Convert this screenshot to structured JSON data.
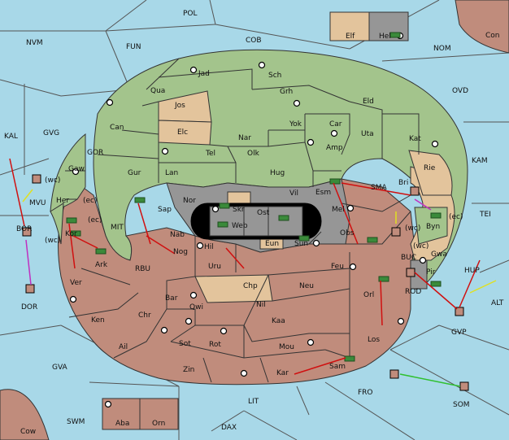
{
  "colors": {
    "sea": "#a8d8e8",
    "green": "#a3c48c",
    "brown": "#c08c7c",
    "tan": "#e3c49c",
    "grey": "#969696",
    "black": "#000000",
    "order_move": "#d01010",
    "order_support": "#e0e020",
    "order_convoy": "#c030c0",
    "order_hold": "#30c030"
  },
  "sea_regions": {
    "POL": "POL",
    "NVM": "NVM",
    "FUN": "FUN",
    "COB": "COB",
    "NOM": "NOM",
    "OVD": "OVD",
    "KAL": "KAL",
    "GVG": "GVG",
    "KAM": "KAM",
    "TEI": "TEI",
    "MVU": "MVU",
    "BOR": "BOR",
    "DOR": "DOR",
    "ALT": "ALT",
    "GVP": "GVP",
    "GVA": "GVA",
    "FRO": "FRO",
    "SOM": "SOM",
    "LIT": "LIT",
    "DAX": "DAX",
    "SWM": "SWM",
    "GOR": "GOR",
    "MIT": "MIT",
    "RBU": "RBU",
    "SMA": "SMA",
    "BUC": "BUC",
    "ROD": "ROD",
    "HUP": "HUP"
  },
  "land_regions": {
    "Con": "Con",
    "Elf": "Elf",
    "Hel": "Hel",
    "Jad": "Jad",
    "Sch": "Sch",
    "Qua": "Qua",
    "Jos": "Jos",
    "Grh": "Grh",
    "Eld": "Eld",
    "Can": "Can",
    "Elc": "Elc",
    "Nar": "Nar",
    "Yok": "Yok",
    "Car": "Car",
    "Uta": "Uta",
    "Kat": "Kat",
    "Tel": "Tel",
    "Olk": "Olk",
    "Amp": "Amp",
    "Gaw": "Gaw",
    "Gur": "Gur",
    "Lan": "Lan",
    "Hug": "Hug",
    "Rie": "Rie",
    "Bri": "Bri",
    "Esm": "Esm",
    "Vil": "Vil",
    "Nor": "Nor",
    "Her": "Her",
    "Sap": "Sap",
    "Skr": "Skr",
    "Ost": "Ost",
    "Web": "Web",
    "Mel": "Mel",
    "Byn": "Byn",
    "Kor": "Kor",
    "Nab": "Nab",
    "Eun": "Eun",
    "Sun": "Sun",
    "Obs": "Obs",
    "Hil": "Hil",
    "Nog": "Nog",
    "Ark": "Ark",
    "Gwa": "Gwa",
    "Uru": "Uru",
    "Feu": "Feu",
    "Pir": "Pir",
    "Ver": "Ver",
    "Chp": "Chp",
    "Neu": "Neu",
    "Orl": "Orl",
    "Bar": "Bar",
    "Qwi": "Qwi",
    "Nil": "Nil",
    "Ken": "Ken",
    "Chr": "Chr",
    "Kaa": "Kaa",
    "Ail": "Ail",
    "Sot": "Sot",
    "Rot": "Rot",
    "Mou": "Mou",
    "Los": "Los",
    "Zin": "Zin",
    "Kar": "Kar",
    "Sam": "Sam",
    "Aba": "Aba",
    "Orn": "Orn",
    "Cow": "Cow"
  },
  "coast_tags": {
    "wc1": "(wc)",
    "ec1": "(ec)",
    "ec2": "(ec)",
    "wc2": "(wc)",
    "wc3": "(wc)",
    "ec3": "(ec)",
    "wc4": "(wc)"
  }
}
